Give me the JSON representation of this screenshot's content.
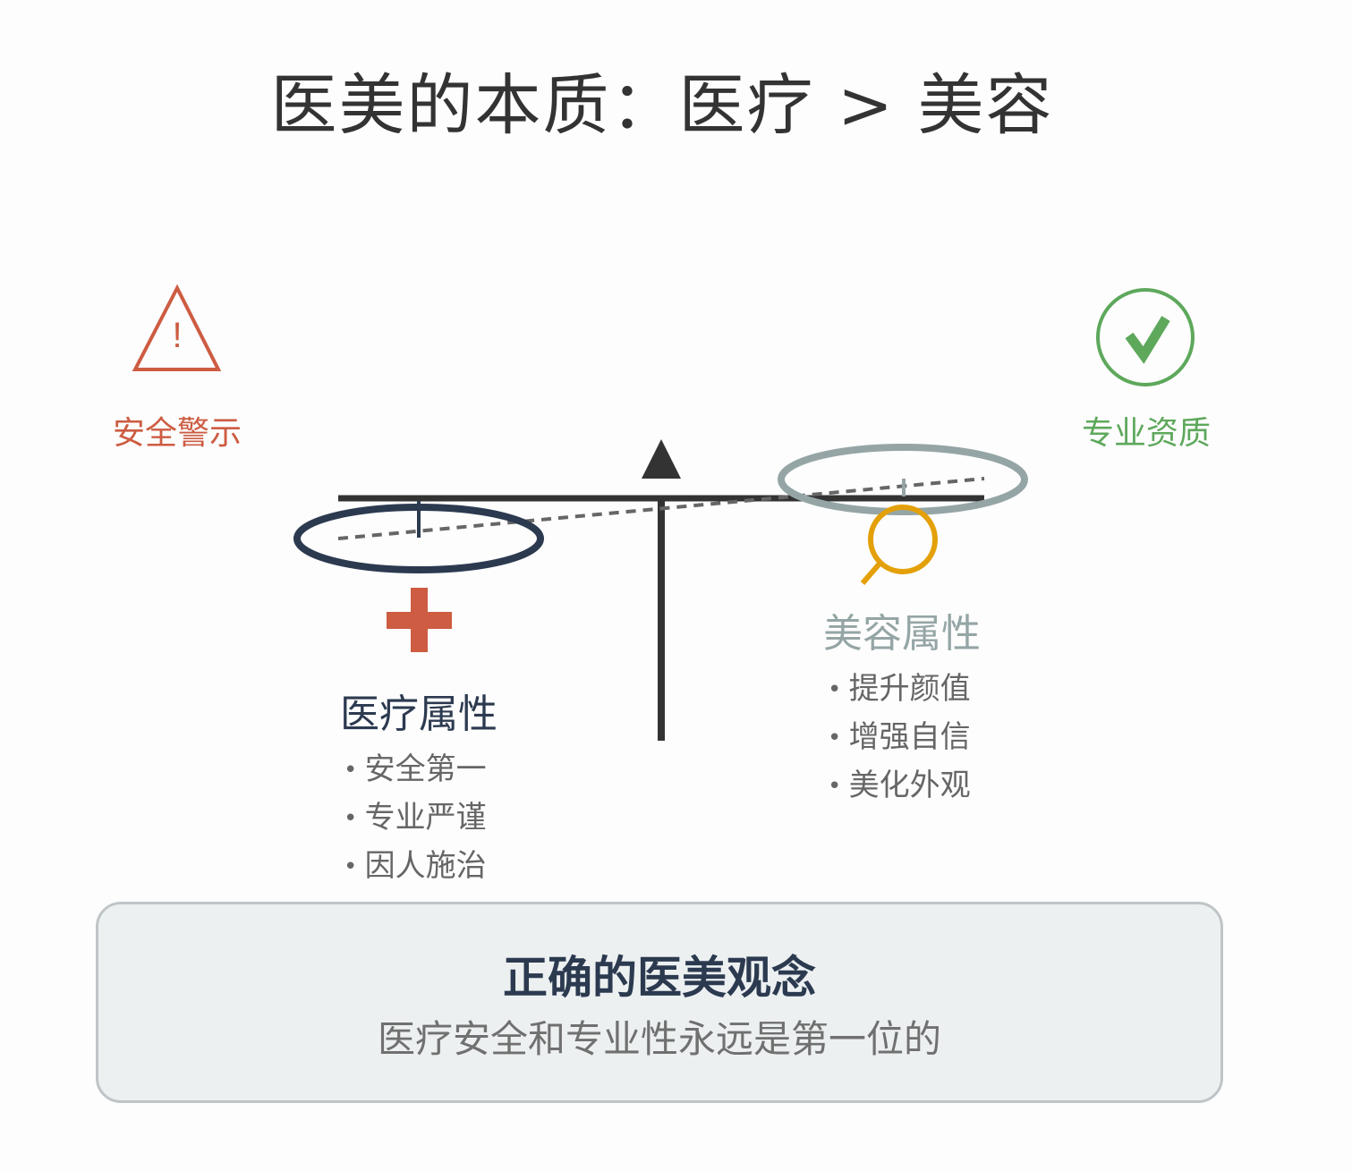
{
  "title": "医美的本质：医疗 > 美容",
  "warning": {
    "icon": "warning-triangle-icon",
    "label": "安全警示",
    "color": "#cd5c42"
  },
  "qualification": {
    "icon": "check-circle-icon",
    "label": "专业资质",
    "color": "#5ea85c"
  },
  "medical": {
    "icon": "medical-cross-icon",
    "title": "医疗属性",
    "items": [
      "安全第一",
      "专业严谨",
      "因人施治"
    ],
    "color": "#2c3a50"
  },
  "beauty": {
    "icon": "magnifier-icon",
    "title": "美容属性",
    "items": [
      "提升颜值",
      "增强自信",
      "美化外观"
    ],
    "color": "#95a5a6"
  },
  "summary": {
    "title": "正确的医美观念",
    "subtitle": "医疗安全和专业性永远是第一位的"
  }
}
